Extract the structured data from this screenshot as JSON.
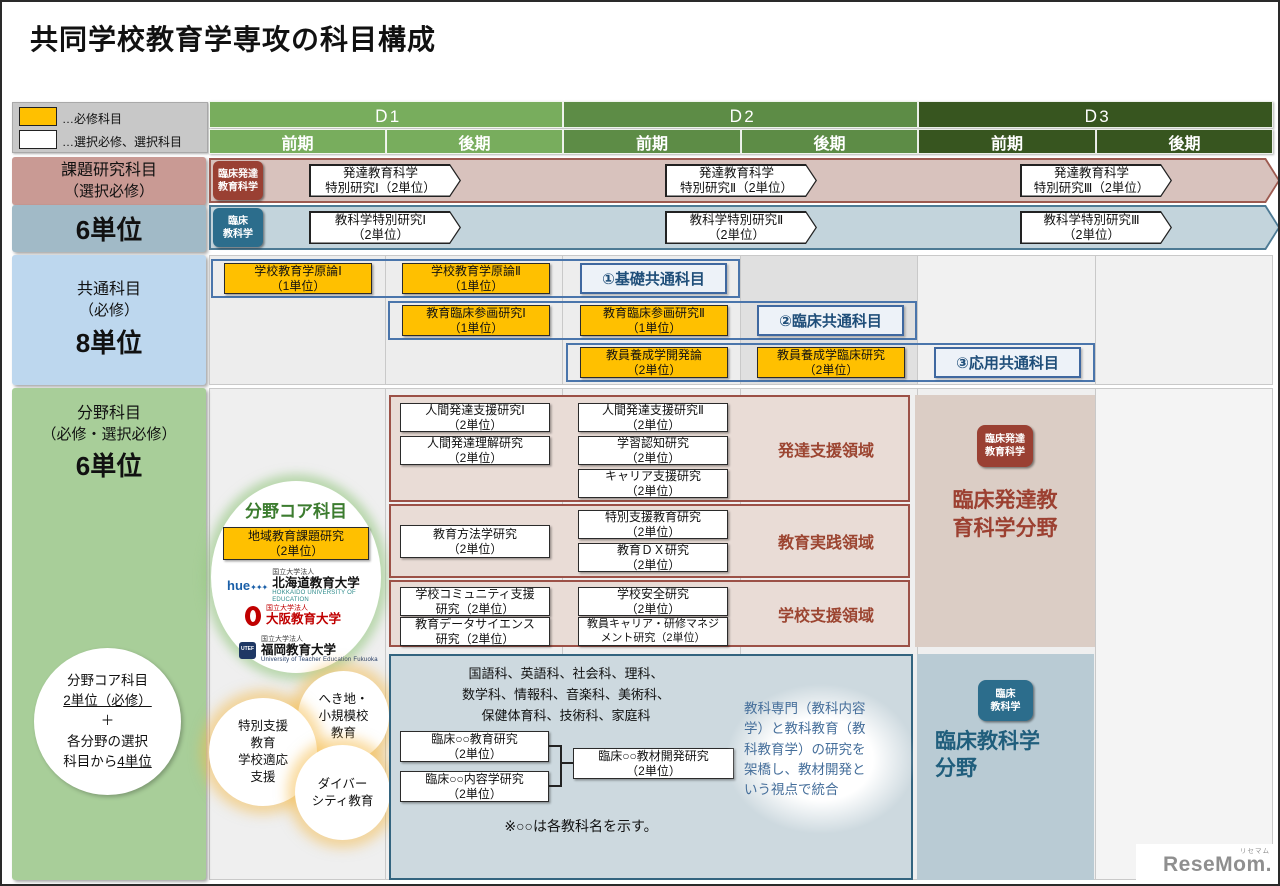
{
  "title": "共同学校教育学専攻の科目構成",
  "legend": {
    "required_label": "…必修科目",
    "elective_label": "…選択必修、選択科目"
  },
  "header": {
    "years": [
      "Ｄ1",
      "Ｄ2",
      "Ｄ3"
    ],
    "terms": [
      "前期",
      "後期",
      "前期",
      "後期",
      "前期",
      "後期"
    ]
  },
  "colors": {
    "required_fill": "#FFC000",
    "d1_green": "#78AD5D",
    "d2_green": "#5D8C46",
    "d3_green": "#37551F",
    "development_accent": "#9C4531",
    "subject_accent": "#205E7C",
    "common_label_blue": "#1F4E79"
  },
  "bands": {
    "research": {
      "sidebar_title": "課題研究科目",
      "sidebar_sub": "（選択必修）",
      "sidebar_credits": "6単位",
      "rows": [
        {
          "badge": "臨床発達\n教育科学",
          "courses": [
            "発達教育科学\n特別研究Ⅰ（2単位）",
            "発達教育科学\n特別研究Ⅱ（2単位）",
            "発達教育科学\n特別研究Ⅲ（2単位）"
          ]
        },
        {
          "badge": "臨床\n教科学",
          "courses": [
            "教科学特別研究Ⅰ\n（2単位）",
            "教科学特別研究Ⅱ\n（2単位）",
            "教科学特別研究Ⅲ\n（2単位）"
          ]
        }
      ]
    },
    "common": {
      "sidebar_title": "共通科目",
      "sidebar_sub": "（必修）",
      "sidebar_credits": "8単位",
      "rows": [
        {
          "courses": [
            "学校教育学原論Ⅰ\n（1単位）",
            "学校教育学原論Ⅱ\n（1単位）"
          ],
          "label": "①基礎共通科目"
        },
        {
          "courses": [
            "教育臨床参画研究Ⅰ\n（1単位）",
            "教育臨床参画研究Ⅱ\n（1単位）"
          ],
          "label": "②臨床共通科目"
        },
        {
          "courses": [
            "教員養成学開発論\n（2単位）",
            "教員養成学臨床研究\n（2単位）"
          ],
          "label": "③応用共通科目"
        }
      ]
    },
    "field": {
      "sidebar_title": "分野科目",
      "sidebar_sub": "（必修・選択必修）",
      "sidebar_credits": "6単位",
      "credit_circle": {
        "line1": "分野コア科目",
        "line2": "2単位（必修）",
        "line3": "＋",
        "line4": "各分野の選択",
        "line5a": "科目から",
        "line5b": "4単位"
      },
      "core_circle": {
        "title": "分野コア科目",
        "course": "地域教育課題研究\n（2単位）",
        "universities": [
          {
            "mark": "hue",
            "corp": "国立大学法人",
            "name": "北海道教育大学",
            "en": "HOKKAIDO UNIVERSITY OF EDUCATION"
          },
          {
            "corp": "国立大学法人",
            "name": "大阪教育大学"
          },
          {
            "mark": "UTEF",
            "corp": "国立大学法人",
            "name": "福岡教育大学",
            "en": "University of Teacher Education Fukuoka"
          }
        ]
      },
      "topic_circles": [
        "特別支援\n教育\n学校適応\n支援",
        "へき地・\n小規模校\n教育",
        "ダイバー\nシティ教育"
      ],
      "development": {
        "sections": [
          {
            "label": "発達支援領域",
            "left": [
              "人間発達支援研究Ⅰ\n（2単位）",
              "人間発達理解研究\n（2単位）"
            ],
            "right": [
              "人間発達支援研究Ⅱ\n（2単位）",
              "学習認知研究\n（2単位）",
              "キャリア支援研究\n（2単位）"
            ]
          },
          {
            "label": "教育実践領域",
            "left": [
              "教育方法学研究\n（2単位）"
            ],
            "right": [
              "特別支援教育研究\n（2単位）",
              "教育ＤＸ研究\n（2単位）"
            ]
          },
          {
            "label": "学校支援領域",
            "left": [
              "学校コミュニティ支援\n研究（2単位）",
              "教育データサイエンス\n研究（2単位）"
            ],
            "right": [
              "学校安全研究\n（2単位）",
              "教員キャリア・研修マネジ\nメント研究（2単位）"
            ]
          }
        ],
        "panel": {
          "badge": "臨床発達\n教育科学",
          "title": "臨床発達教\n育科学分野"
        }
      },
      "subject": {
        "subjects_list": "国語科、英語科、社会科、理科、\n数学科、情報科、音楽科、美術科、\n保健体育科、技術科、家庭科",
        "boxes": [
          "臨床○○教育研究\n（2単位）",
          "臨床○○内容学研究\n（2単位）",
          "臨床○○教材開発研究\n（2単位）"
        ],
        "note": "※○○は各教科名を示す。",
        "description": "教科専門（教科内容\n学）と教科教育（教\n科教育学）の研究を\n架橋し、教材開発と\nいう視点で統合",
        "panel": {
          "badge": "臨床\n教科学",
          "title": "臨床教科学\n分野"
        }
      }
    }
  },
  "watermark": {
    "text": "ReseMom.",
    "ruby": "リセマム"
  }
}
